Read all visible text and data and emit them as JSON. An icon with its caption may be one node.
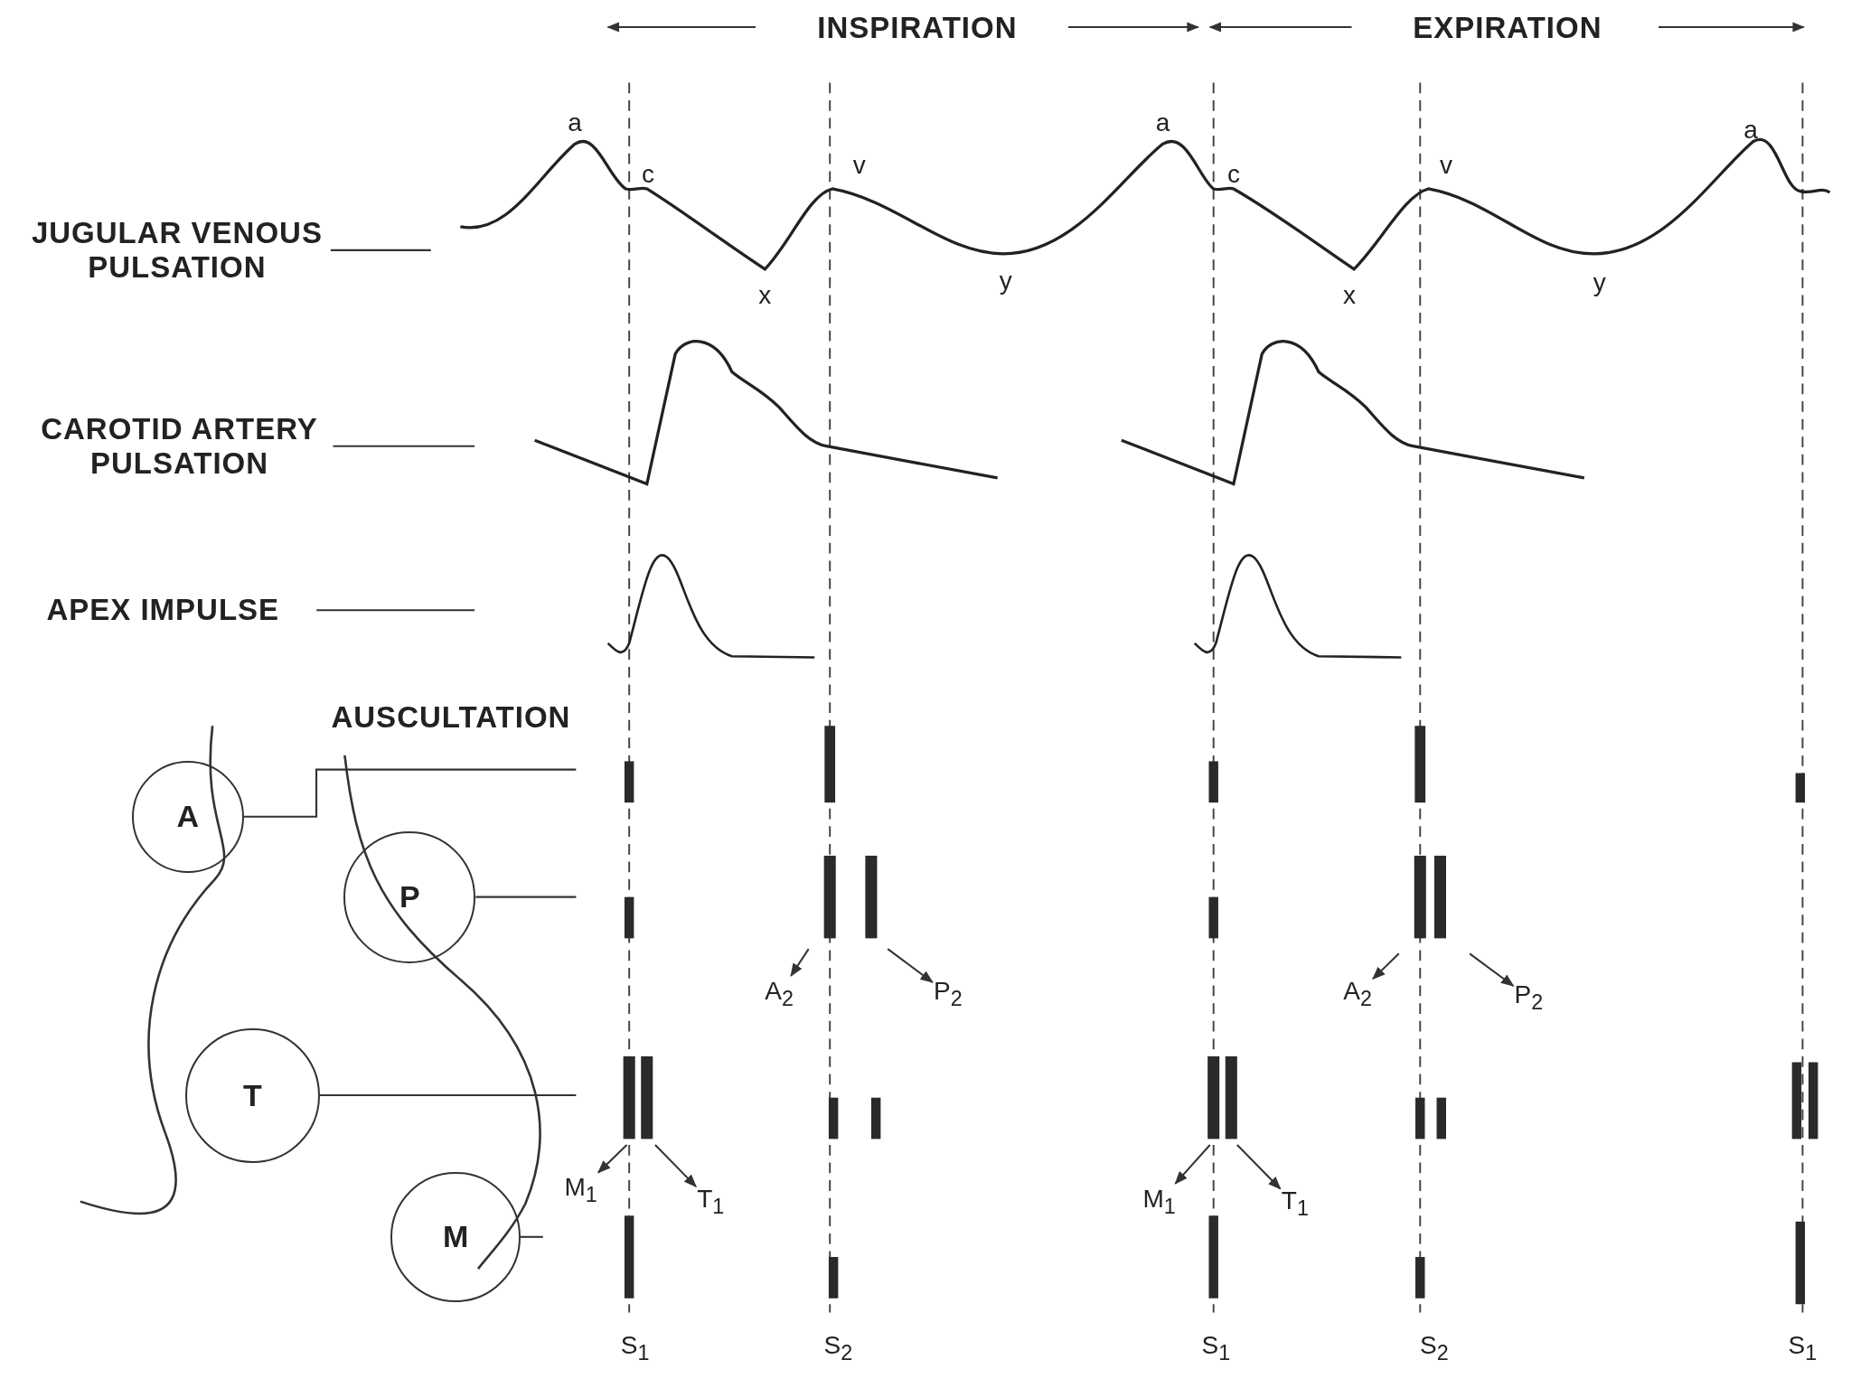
{
  "diagram": {
    "nodes": [
      {
        "text": [
          "JUGULAR VENOUS PULSATION"
        ]
      },
      {
        "text": [
          "CAROTID ARTERY PULSATION"
        ]
      },
      {
        "text": [
          "APEX IMPULSE"
        ]
      },
      {
        "text": [
          "A"
        ]
      },
      {
        "text": [
          "P"
        ]
      },
      {
        "text": [
          "T"
        ]
      },
      {
        "text": [
          "M"
        ]
      },
      {
        "text": [
          "A$_{2}$"
        ]
      },
      {
        "text": [
          "P$_{2}$"
        ]
      },
      {
        "text": [
          "A$_{2}$"
        ]
      },
      {
        "text": [
          "P$_{2}$"
        ]
      },
      {
        "text": [
          "M$_{1}$"
        ]
      },
      {
        "text": [
          "T$_{1}$"
        ]
      },
      {
        "text": [
          "M$_{1}$"
        ]
      },
      {
        "text": [
          "T$_{1}$"
        ]
      }
    ],
    "edges": [
      {
        "from": 0,
        "to": null,
        "arrow": "none"
      },
      {
        "from": 1,
        "to": null,
        "arrow": "none"
      },
      {
        "from": 2,
        "to": null,
        "arrow": "none"
      },
      {
        "from": 3,
        "to": null,
        "arrow": "none"
      },
      {
        "from": 4,
        "to": null,
        "arrow": "none"
      },
      {
        "from": 5,
        "to": null,
        "arrow": "none"
      },
      {
        "from": 6,
        "to": null,
        "arrow": "none"
      },
      {
        "from": null,
        "to": 7,
        "arrow": "to"
      },
      {
        "from": null,
        "to": 8,
        "arrow": "to"
      },
      {
        "from": null,
        "to": 9,
        "arrow": "to"
      },
      {
        "from": null,
        "to": 10,
        "arrow": "to"
      },
      {
        "from": null,
        "to": 11,
        "arrow": "to"
      },
      {
        "from": null,
        "to": 12,
        "arrow": "to"
      },
      {
        "from": null,
        "to": 13,
        "arrow": "to"
      },
      {
        "from": null,
        "to": 14,
        "arrow": "to"
      }
    ],
    "labels": [
      "INSPIRATION",
      "EXPIRATION",
      "a",
      "a",
      "a",
      "c",
      "v",
      "c",
      "v",
      "x",
      "y",
      "x",
      "y",
      "AUSCULTATION",
      "S$_{1}$",
      "S$_{2}$",
      "S$_{1}$",
      "S$_{2}$",
      "S$_{1}$"
    ]
  }
}
